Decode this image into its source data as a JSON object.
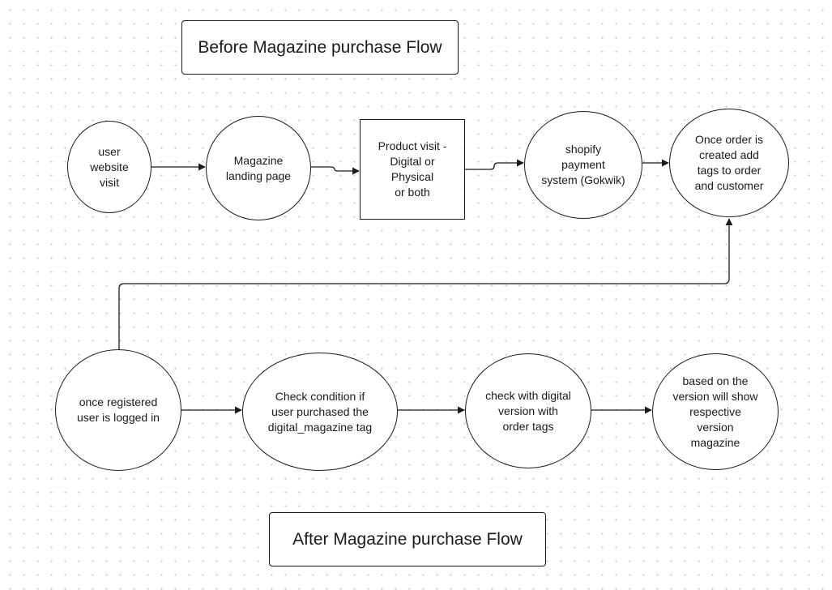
{
  "titles": {
    "before": "Before Magazine purchase Flow",
    "after": "After Magazine purchase Flow"
  },
  "nodes": {
    "user_visit": "user\nwebsite\nvisit",
    "landing_page": "Magazine\nlanding page",
    "product_visit": "Product visit -\nDigital  or Physical\nor both",
    "shopify_payment": "shopify\npayment\nsystem (Gokwik)",
    "order_created": "Once order is\ncreated add\ntags to order\nand customer",
    "user_logged_in": "once registered\nuser is logged in",
    "check_condition": "Check condition if\nuser purchased the\ndigital_magazine tag",
    "check_digital": "check with digital\nversion with\norder tags",
    "show_version": "based on the\nversion will show\nrespective\nversion\nmagazine"
  },
  "colors": {
    "stroke": "#1a1a1a",
    "background": "#ffffff",
    "grid_dot": "#c9c9c9"
  }
}
